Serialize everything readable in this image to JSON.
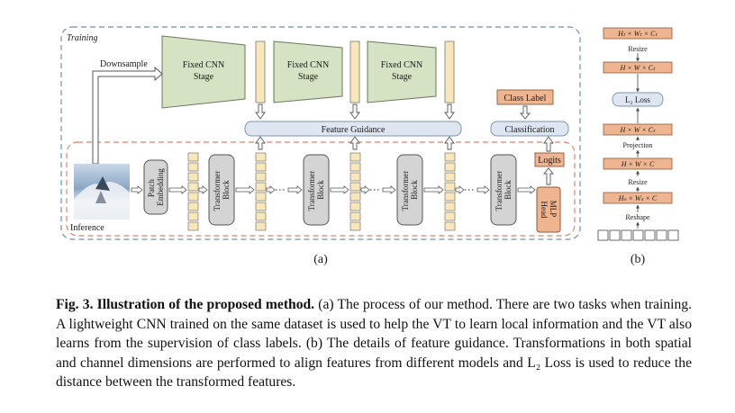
{
  "panel_a": {
    "training_label": "Training",
    "inference_label": "Inference",
    "downsample_label": "Downsample",
    "cnn_stage_lines": [
      "Fixed CNN",
      "Stage"
    ],
    "feature_guidance_label": "Feature Guidance",
    "classification_label": "Classification",
    "class_label_text": "Class Label",
    "logits_label": "Logits",
    "patch_embedding_lines": [
      "Patch",
      "Embedding"
    ],
    "transformer_block_lines": [
      "Transformer",
      "Block"
    ],
    "mlp_head_lines": [
      "MLP",
      "Head"
    ],
    "caption": "(a)"
  },
  "panel_b": {
    "steps": [
      {
        "box": "Hₜ × Wₜ × Cₜ",
        "label": "Resize"
      },
      {
        "box": "H × W × Cₜ",
        "label": ""
      },
      {
        "box": "L₂ Loss",
        "label": ""
      },
      {
        "box": "H × W × Cₜ",
        "label": "Projection"
      },
      {
        "box": "H × W × C",
        "label": "Resize"
      },
      {
        "box": "Hₛ × Wₛ × C",
        "label": "Reshape"
      }
    ],
    "caption": "(b)"
  },
  "caption": {
    "bold": "Fig. 3. Illustration of the proposed method.",
    "text": " (a) The process of our method. There are two tasks when training. A lightweight CNN trained on the same dataset is used to help the VT to learn local information and the VT also learns from the supervision of class labels. (b) The details of feature guidance. Transformations in both spatial and channel dimensions are performed to align features from different models and L₂ Loss is used to reduce the distance between the transformed features."
  },
  "colors": {
    "training_border": "#6f8fb0",
    "inference_border": "#d9826b",
    "cnn_fill": "#d6e2c4",
    "token_fill": "#f8e7b8",
    "block_fill": "#d4d4d4",
    "guidance_fill": "#dde6f1",
    "head_fill": "#efb590"
  }
}
